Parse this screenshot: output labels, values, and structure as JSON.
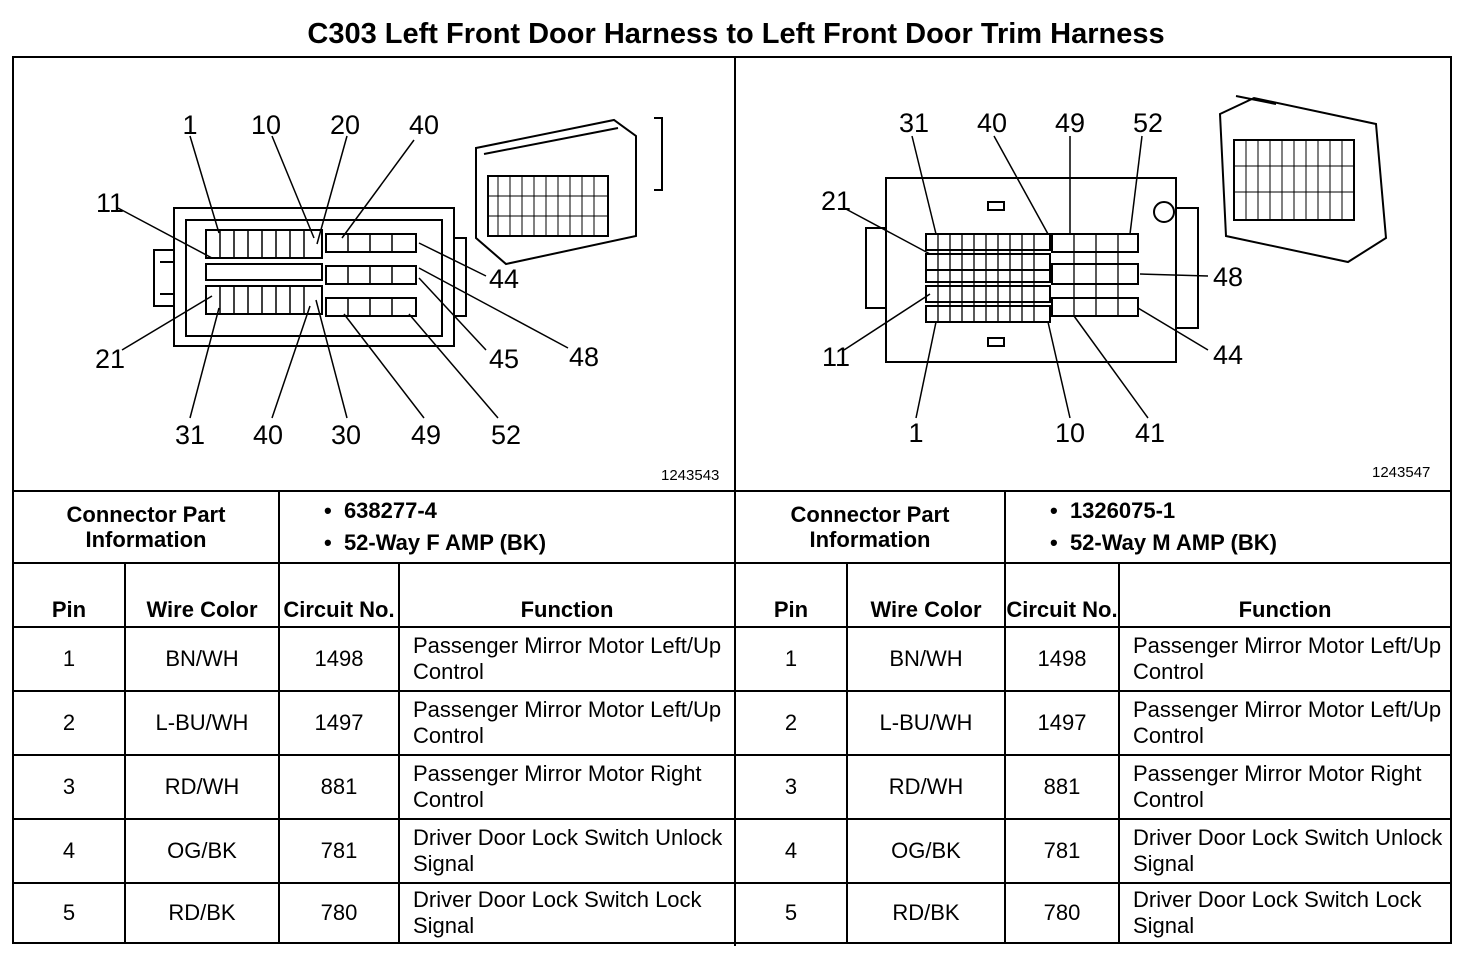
{
  "title": "C303 Left Front Door Harness to Left Front Door Trim Harness",
  "left_view": {
    "figure_id": "1243543",
    "pin_labels": [
      "1",
      "10",
      "20",
      "40",
      "11",
      "44",
      "21",
      "45",
      "48",
      "31",
      "40",
      "30",
      "49",
      "52"
    ]
  },
  "right_view": {
    "figure_id": "1243547",
    "pin_labels": [
      "31",
      "40",
      "49",
      "52",
      "21",
      "48",
      "11",
      "44",
      "1",
      "10",
      "41"
    ]
  },
  "left_table": {
    "part_info_label": "Connector Part Information",
    "part_info": [
      "638277-4",
      "52-Way F AMP (BK)"
    ],
    "headers": {
      "pin": "Pin",
      "wire_color": "Wire Color",
      "circuit": "Circuit No.",
      "function": "Function"
    },
    "rows": [
      {
        "pin": "1",
        "wire": "BN/WH",
        "circuit": "1498",
        "function": "Passenger Mirror Motor Left/Up Control"
      },
      {
        "pin": "2",
        "wire": "L-BU/WH",
        "circuit": "1497",
        "function": "Passenger Mirror Motor Left/Up Control"
      },
      {
        "pin": "3",
        "wire": "RD/WH",
        "circuit": "881",
        "function": "Passenger Mirror Motor Right Control"
      },
      {
        "pin": "4",
        "wire": "OG/BK",
        "circuit": "781",
        "function": "Driver Door Lock Switch Unlock Signal"
      },
      {
        "pin": "5",
        "wire": "RD/BK",
        "circuit": "780",
        "function": "Driver Door Lock Switch Lock Signal"
      }
    ]
  },
  "right_table": {
    "part_info_label": "Connector Part Information",
    "part_info": [
      "1326075-1",
      "52-Way M AMP (BK)"
    ],
    "headers": {
      "pin": "Pin",
      "wire_color": "Wire Color",
      "circuit": "Circuit No.",
      "function": "Function"
    },
    "rows": [
      {
        "pin": "1",
        "wire": "BN/WH",
        "circuit": "1498",
        "function": "Passenger Mirror Motor Left/Up Control"
      },
      {
        "pin": "2",
        "wire": "L-BU/WH",
        "circuit": "1497",
        "function": "Passenger Mirror Motor Left/Up Control"
      },
      {
        "pin": "3",
        "wire": "RD/WH",
        "circuit": "881",
        "function": "Passenger Mirror Motor Right Control"
      },
      {
        "pin": "4",
        "wire": "OG/BK",
        "circuit": "781",
        "function": "Driver Door Lock Switch Unlock Signal"
      },
      {
        "pin": "5",
        "wire": "RD/BK",
        "circuit": "780",
        "function": "Driver Door Lock Switch Lock Signal"
      }
    ]
  }
}
